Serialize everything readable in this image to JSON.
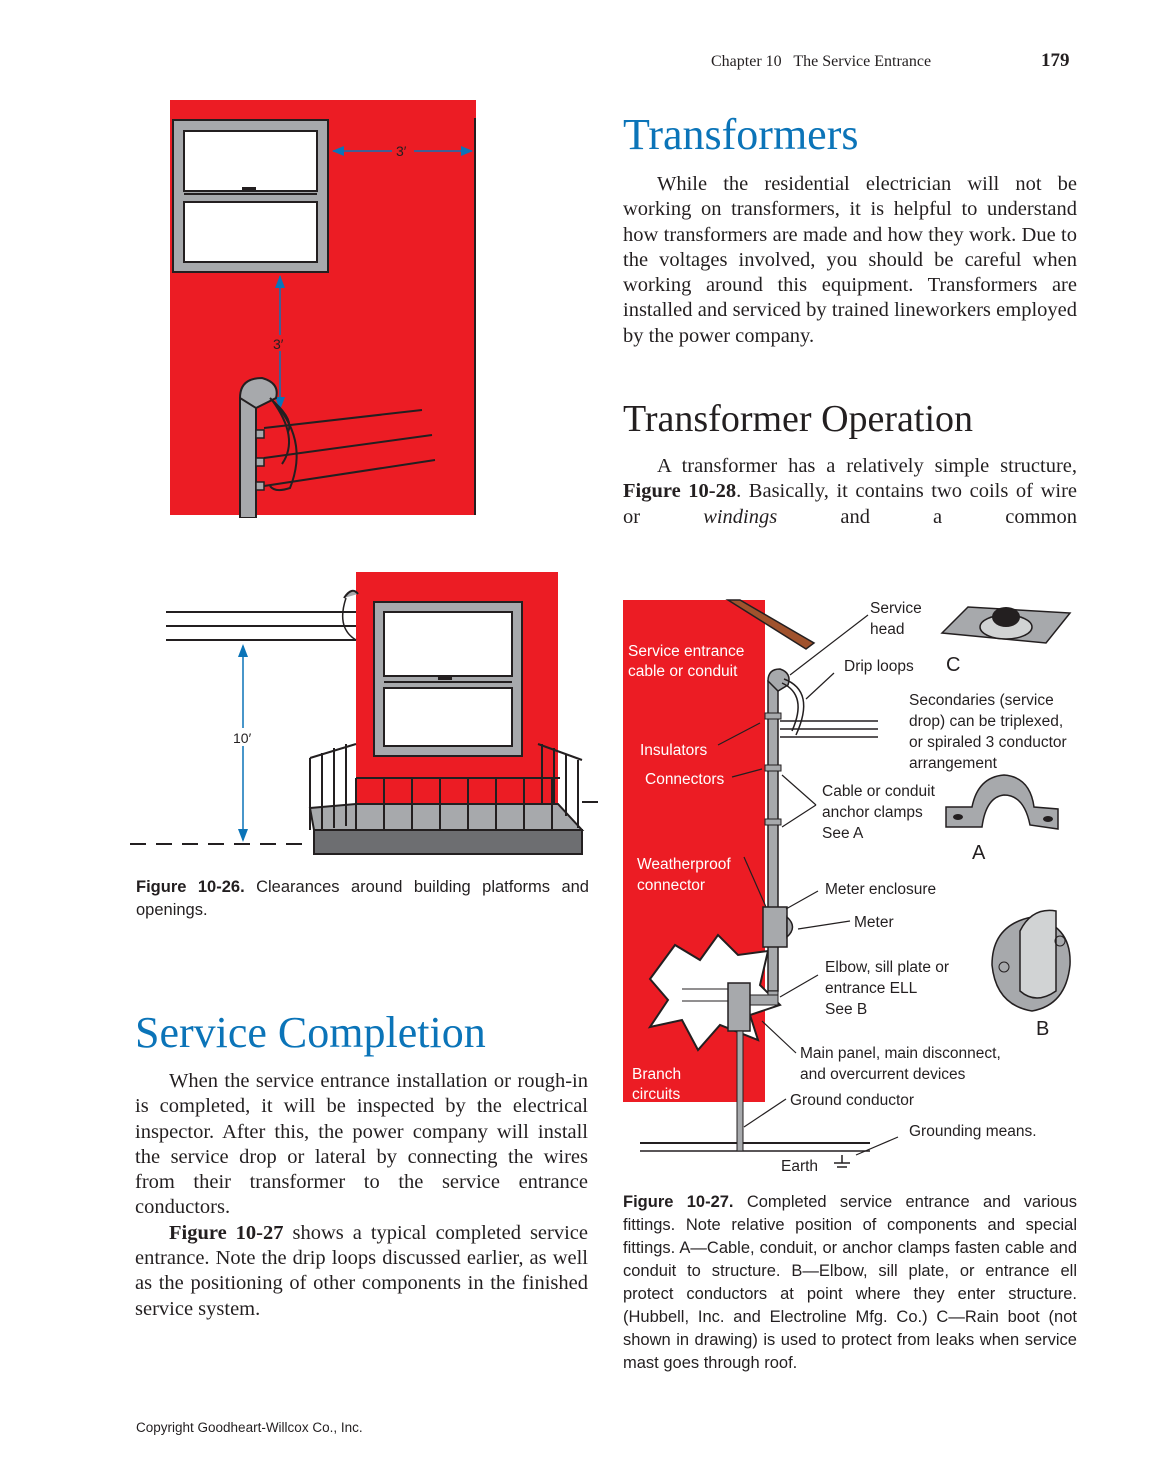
{
  "header": {
    "chapter": "Chapter 10",
    "chapter_title": "The Service Entrance",
    "page_number": "179"
  },
  "sections": {
    "transformers": {
      "heading": "Transformers",
      "paragraph": "While the residential electrician will not be working on transformers, it is helpful to understand how transformers are made and how they work. Due to the voltages involved, you should be careful when working around this equipment. Transformers are installed and serviced by trained lineworkers employed by the power company."
    },
    "transformer_operation": {
      "heading": "Transformer Operation",
      "p_start": "A transformer has a relatively simple structure, ",
      "p_ref": "Figure 10-28",
      "p_mid": ". Basically, it contains two coils of wire or ",
      "p_em": "windings",
      "p_end": " and a common"
    },
    "service_completion": {
      "heading": "Service Completion",
      "paragraph1": "When the service entrance installation or rough-in is completed, it will be inspected by the electrical inspector. After this, the power company will install the service drop or lateral by connecting the wires from their transformer to the service entrance conductors.",
      "p2_ref": "Figure 10-27",
      "p2_rest": " shows a typical completed service entrance. Note the drip loops discussed earlier, as well as the positioning of other components in the finished service system."
    }
  },
  "figure_10_26": {
    "dim_window_side": "3′",
    "dim_window_below": "3′",
    "dim_platform": "10′",
    "caption_label": "Figure 10-26.",
    "caption_text": " Clearances around building platforms and openings."
  },
  "figure_10_27": {
    "labels": {
      "service_head": [
        "Service",
        "head"
      ],
      "drip_loops": "Drip loops",
      "service_entrance_cable": [
        "Service entrance",
        "cable or conduit"
      ],
      "secondaries": [
        "Secondaries (service",
        "drop) can be triplexed,",
        "or spiraled 3 conductor",
        "arrangement"
      ],
      "insulators": "Insulators",
      "connectors": "Connectors",
      "anchor_clamps": [
        "Cable or conduit",
        "anchor clamps",
        "See A"
      ],
      "weatherproof": [
        "Weatherproof",
        "connector"
      ],
      "meter_enclosure": "Meter enclosure",
      "meter": "Meter",
      "elbow": [
        "Elbow, sill plate or",
        "entrance ELL",
        "See B"
      ],
      "main_panel": [
        "Main panel, main disconnect,",
        "and overcurrent devices"
      ],
      "branch_circuits": [
        "Branch",
        "circuits"
      ],
      "ground_conductor": "Ground conductor",
      "grounding_means": "Grounding means.",
      "earth": "Earth",
      "inset_a": "A",
      "inset_b": "B",
      "inset_c": "C"
    },
    "caption_label": "Figure 10-27.",
    "caption_text": " Completed service entrance and various fittings. Note relative position of components and special fittings. A—Cable, conduit, or anchor clamps fasten cable and conduit to structure. B—Elbow, sill plate, or entrance ell protect conductors at point where they enter structure. (Hubbell, Inc. and Electroline Mfg. Co.) C—Rain boot (not shown in drawing) is used to protect from leaks when service mast goes through roof."
  },
  "footer": {
    "copyright": "Copyright Goodheart-Willcox Co., Inc."
  },
  "colors": {
    "heading_blue": "#0b74b8",
    "wall_red": "#ec1c24",
    "window_gray": "#a7a9ac"
  }
}
